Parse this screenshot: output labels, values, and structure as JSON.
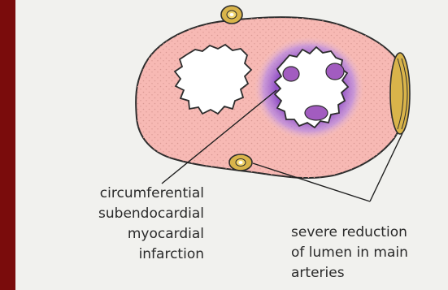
{
  "labels": {
    "infarction": [
      "circumferential",
      "subendocardial",
      "myocardial",
      "infarction"
    ],
    "artery": [
      "severe reduction",
      "of lumen in main",
      "arteries"
    ]
  },
  "colors": {
    "frame": "#7a0c0c",
    "background": "#f1f1ee",
    "myocardium": "#f7b9b4",
    "ischemia": "#9b5fd1",
    "lumen": "#ffffff",
    "papillary": "#a25cc0",
    "artery_outer": "#d9b44a",
    "outline": "#2d2d2d"
  }
}
